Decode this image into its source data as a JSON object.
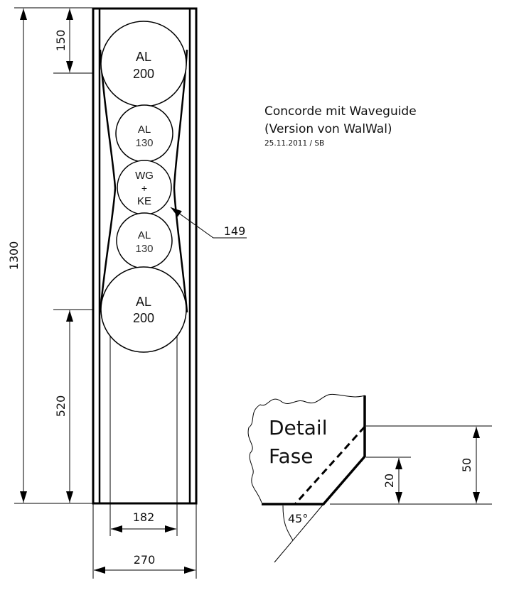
{
  "title": {
    "line1": "Concorde mit Waveguide",
    "line2": "(Version von WalWal)",
    "date": "25.11.2011 / SB"
  },
  "drivers": [
    {
      "top": "AL",
      "bottom": "200"
    },
    {
      "top": "AL",
      "bottom": "130"
    },
    {
      "top": "WG",
      "mid": "+",
      "bottom": "KE"
    },
    {
      "top": "AL",
      "bottom": "130"
    },
    {
      "top": "AL",
      "bottom": "200"
    }
  ],
  "dimensions": {
    "height": "1300",
    "top_offset": "150",
    "bottom_offset": "520",
    "inner_width": "182",
    "outer_width": "270",
    "waveguide_width": "149"
  },
  "detail": {
    "label_line1": "Detail",
    "label_line2": "Fase",
    "dim_small": "20",
    "dim_large": "50",
    "angle": "45°"
  }
}
